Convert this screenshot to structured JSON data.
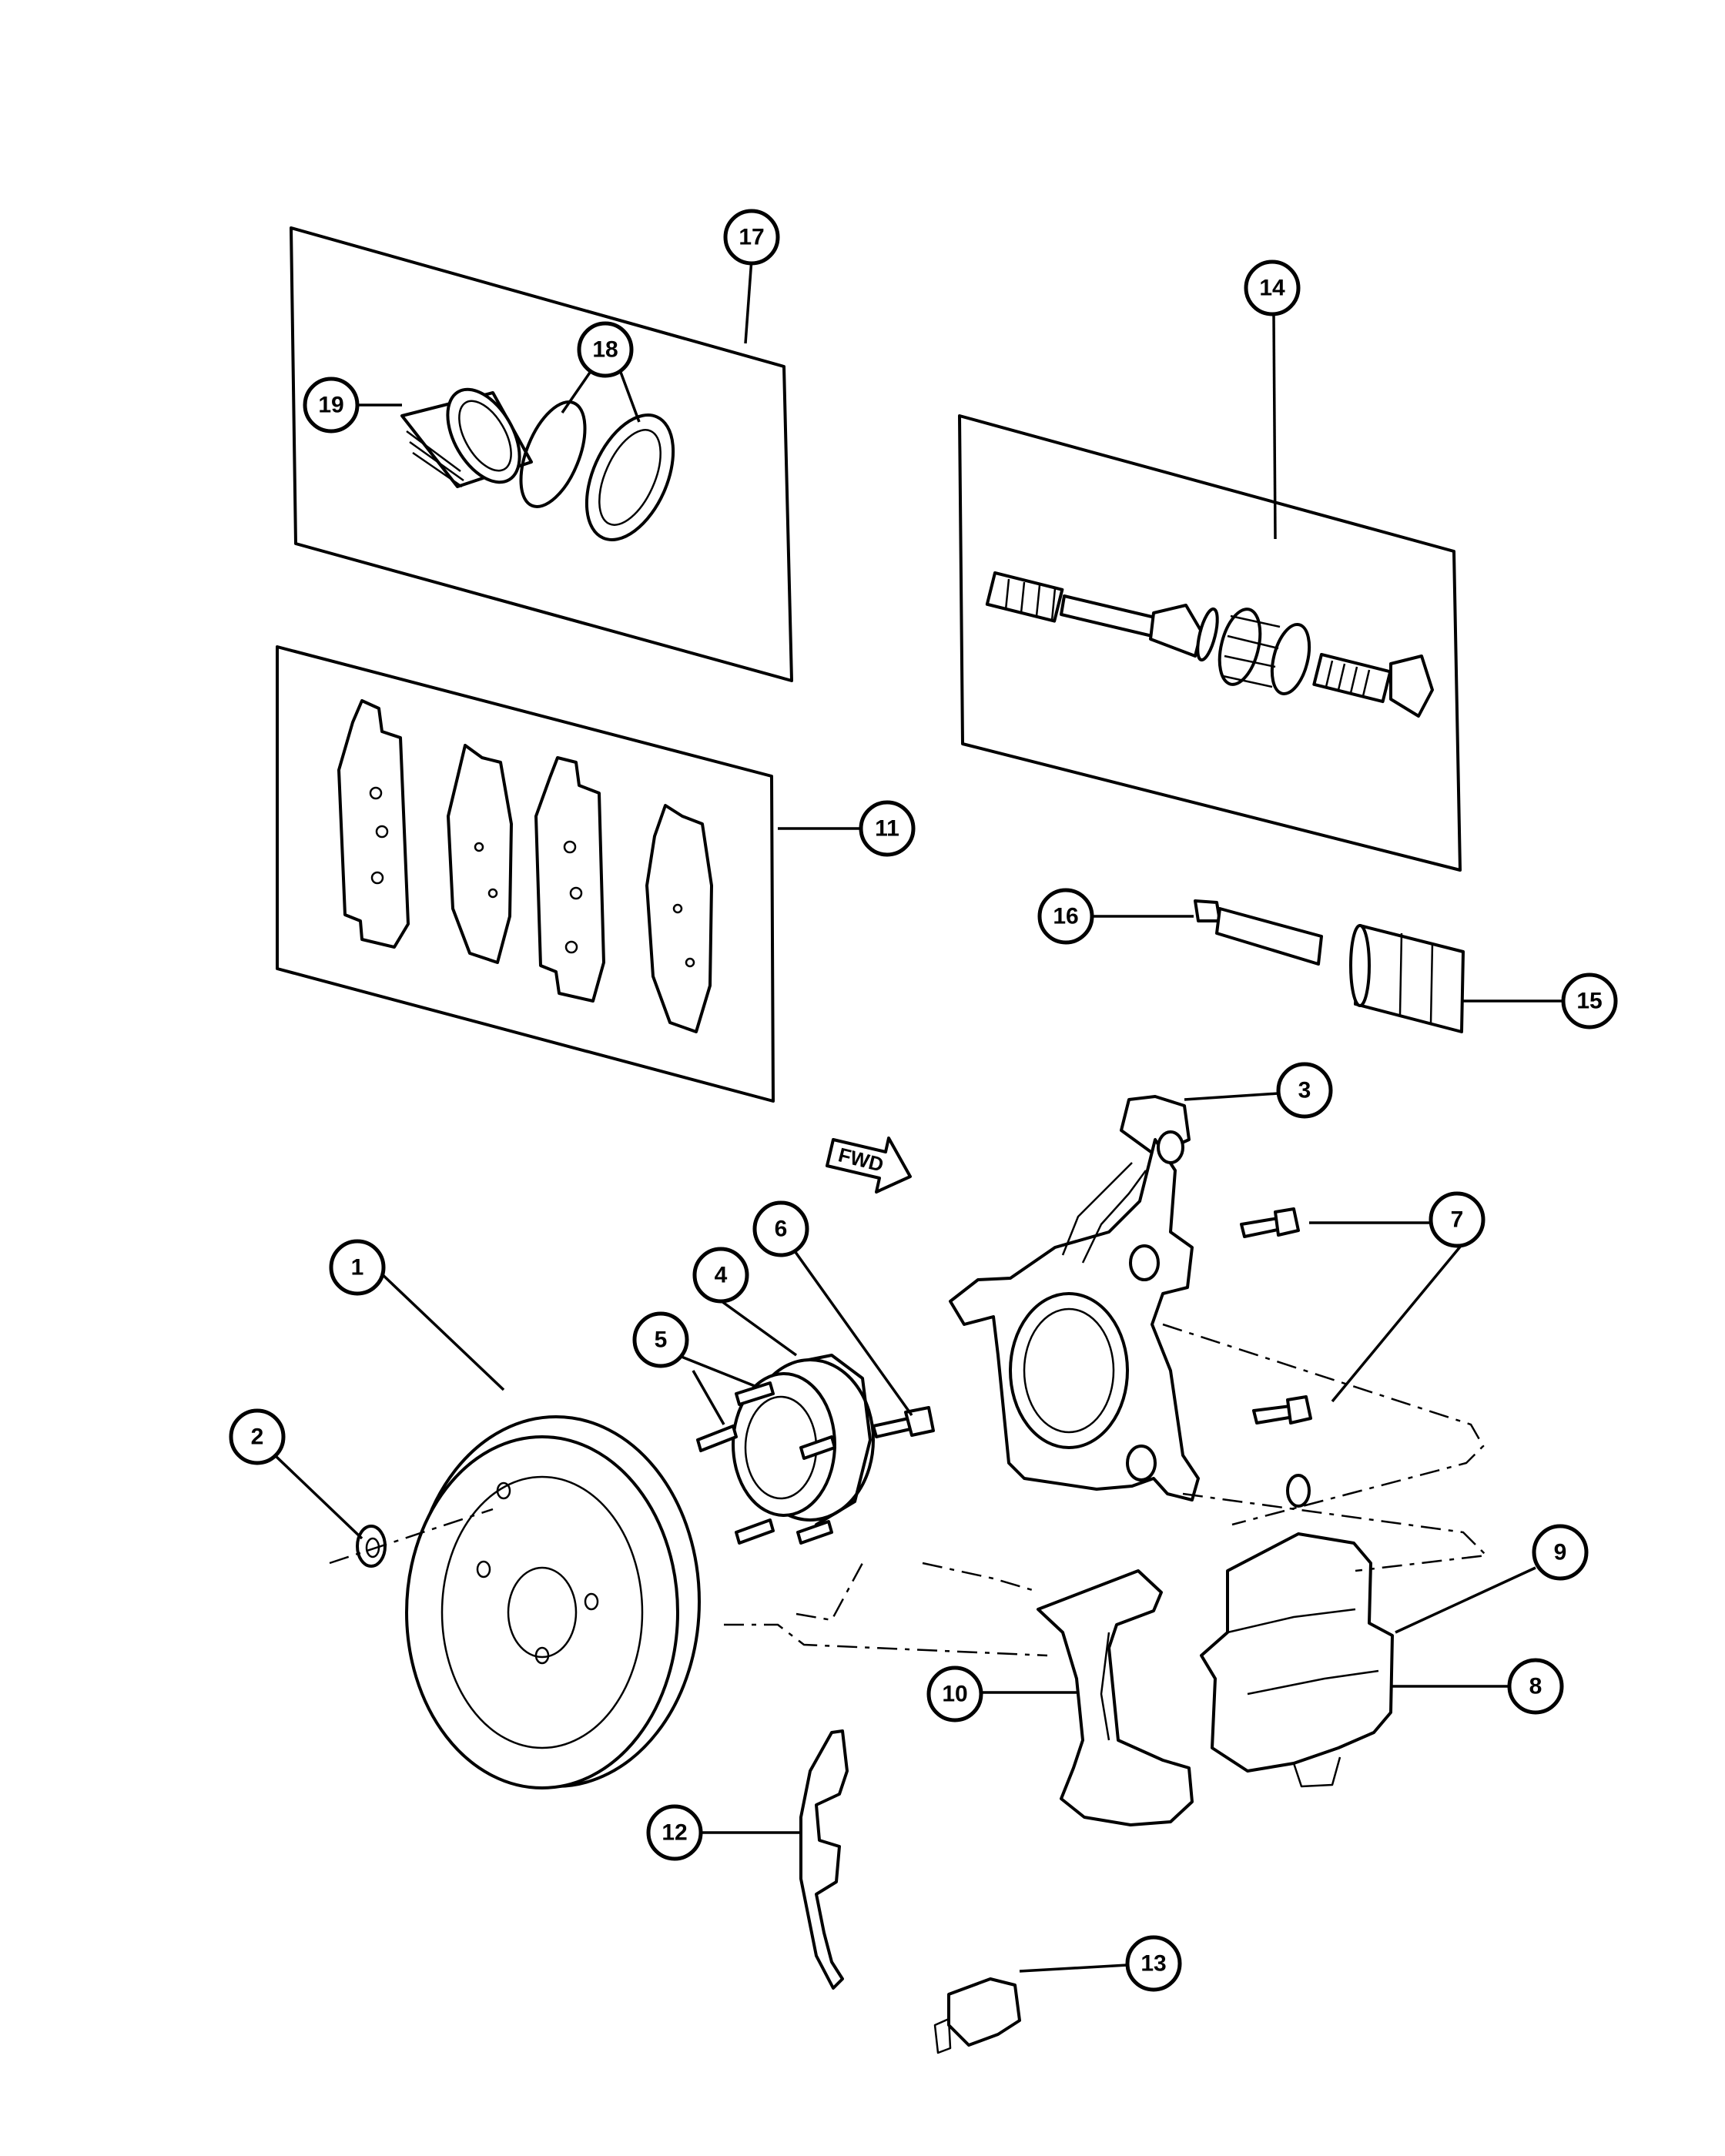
{
  "diagram": {
    "direction_label": "FWD",
    "callouts": [
      {
        "id": "1",
        "label": "1"
      },
      {
        "id": "2",
        "label": "2"
      },
      {
        "id": "3",
        "label": "3"
      },
      {
        "id": "4",
        "label": "4"
      },
      {
        "id": "5",
        "label": "5"
      },
      {
        "id": "6",
        "label": "6"
      },
      {
        "id": "7",
        "label": "7"
      },
      {
        "id": "8",
        "label": "8"
      },
      {
        "id": "9",
        "label": "9"
      },
      {
        "id": "10",
        "label": "10"
      },
      {
        "id": "11",
        "label": "11"
      },
      {
        "id": "12",
        "label": "12"
      },
      {
        "id": "13",
        "label": "13"
      },
      {
        "id": "14",
        "label": "14"
      },
      {
        "id": "15",
        "label": "15"
      },
      {
        "id": "16",
        "label": "16"
      },
      {
        "id": "17",
        "label": "17"
      },
      {
        "id": "18",
        "label": "18"
      },
      {
        "id": "19",
        "label": "19"
      }
    ]
  }
}
